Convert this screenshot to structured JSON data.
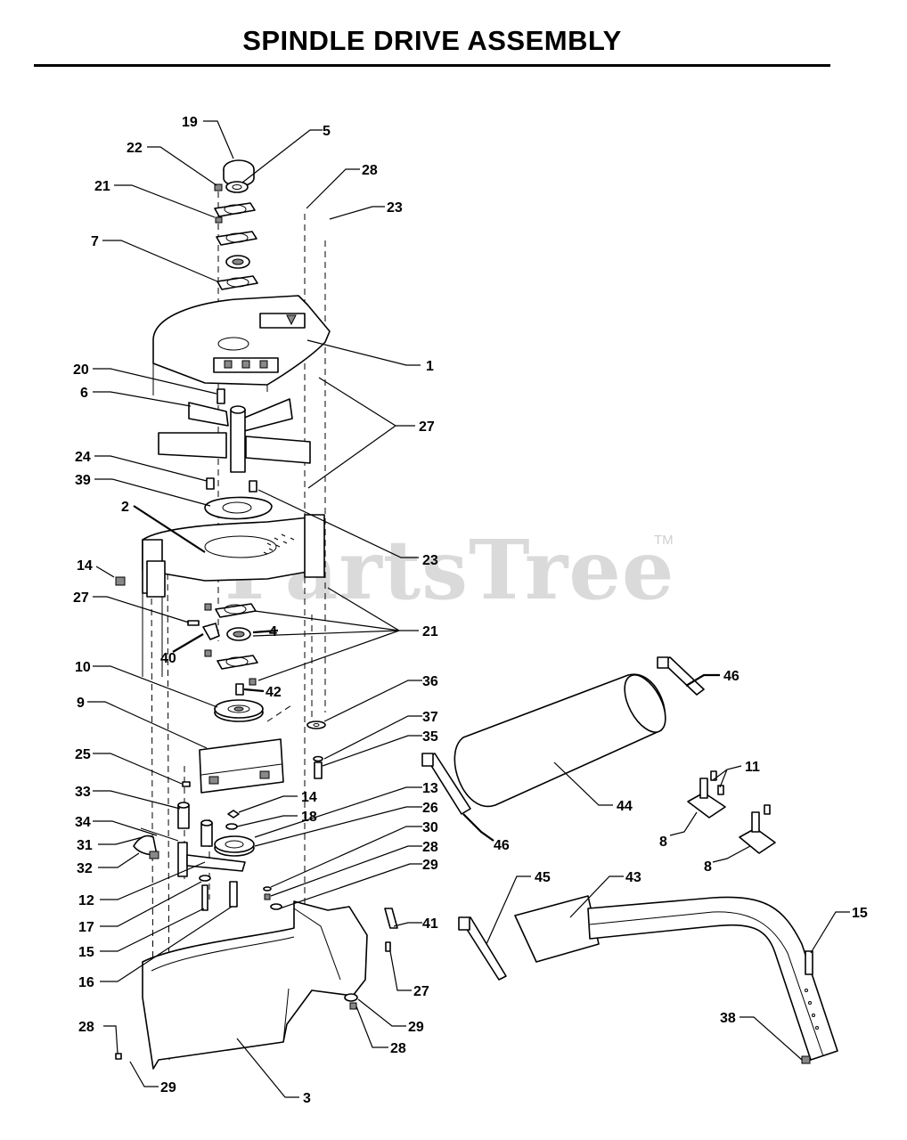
{
  "title": "SPINDLE DRIVE ASSEMBLY",
  "watermark": "PartsTree",
  "watermark_tm": "TM",
  "callouts": [
    {
      "id": "19",
      "text": "19"
    },
    {
      "id": "5",
      "text": "5"
    },
    {
      "id": "22",
      "text": "22"
    },
    {
      "id": "21a",
      "text": "21"
    },
    {
      "id": "28a",
      "text": "28"
    },
    {
      "id": "23a",
      "text": "23"
    },
    {
      "id": "7",
      "text": "7"
    },
    {
      "id": "1",
      "text": "1"
    },
    {
      "id": "20",
      "text": "20"
    },
    {
      "id": "6",
      "text": "6"
    },
    {
      "id": "27a",
      "text": "27"
    },
    {
      "id": "24",
      "text": "24"
    },
    {
      "id": "39",
      "text": "39"
    },
    {
      "id": "2",
      "text": "2"
    },
    {
      "id": "23b",
      "text": "23"
    },
    {
      "id": "14a",
      "text": "14"
    },
    {
      "id": "27b",
      "text": "27"
    },
    {
      "id": "21b",
      "text": "21"
    },
    {
      "id": "4",
      "text": "4"
    },
    {
      "id": "40",
      "text": "40"
    },
    {
      "id": "42",
      "text": "42"
    },
    {
      "id": "10",
      "text": "10"
    },
    {
      "id": "36",
      "text": "36"
    },
    {
      "id": "9",
      "text": "9"
    },
    {
      "id": "37",
      "text": "37"
    },
    {
      "id": "35",
      "text": "35"
    },
    {
      "id": "25",
      "text": "25"
    },
    {
      "id": "33",
      "text": "33"
    },
    {
      "id": "14b",
      "text": "14"
    },
    {
      "id": "13",
      "text": "13"
    },
    {
      "id": "18",
      "text": "18"
    },
    {
      "id": "34",
      "text": "34"
    },
    {
      "id": "26",
      "text": "26"
    },
    {
      "id": "31",
      "text": "31"
    },
    {
      "id": "30",
      "text": "30"
    },
    {
      "id": "32",
      "text": "32"
    },
    {
      "id": "28b",
      "text": "28"
    },
    {
      "id": "29a",
      "text": "29"
    },
    {
      "id": "12",
      "text": "12"
    },
    {
      "id": "17",
      "text": "17"
    },
    {
      "id": "15a",
      "text": "15"
    },
    {
      "id": "16",
      "text": "16"
    },
    {
      "id": "41",
      "text": "41"
    },
    {
      "id": "27c",
      "text": "27"
    },
    {
      "id": "29b",
      "text": "29"
    },
    {
      "id": "28c",
      "text": "28"
    },
    {
      "id": "28d",
      "text": "28"
    },
    {
      "id": "29c",
      "text": "29"
    },
    {
      "id": "3",
      "text": "3"
    },
    {
      "id": "46a",
      "text": "46"
    },
    {
      "id": "44",
      "text": "44"
    },
    {
      "id": "11",
      "text": "11"
    },
    {
      "id": "8a",
      "text": "8"
    },
    {
      "id": "8b",
      "text": "8"
    },
    {
      "id": "46b",
      "text": "46"
    },
    {
      "id": "45",
      "text": "45"
    },
    {
      "id": "43",
      "text": "43"
    },
    {
      "id": "15b",
      "text": "15"
    },
    {
      "id": "38",
      "text": "38"
    }
  ]
}
